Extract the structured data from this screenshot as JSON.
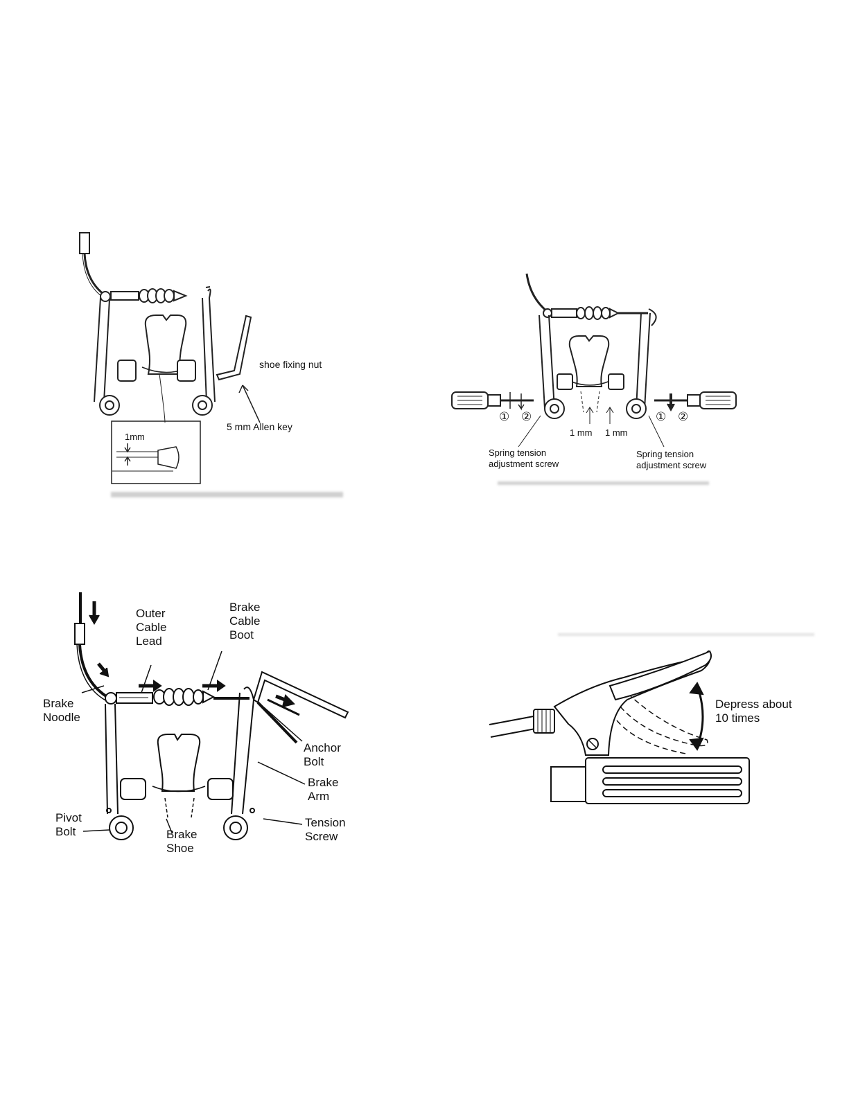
{
  "panel1": {
    "shoe_fixing_nut": "shoe fixing nut",
    "allen_key": "5 mm Allen key",
    "inset_gap": "1mm"
  },
  "panel2": {
    "step_1": "①",
    "step_2": "②",
    "gap_left": "1 mm",
    "gap_right": "1 mm",
    "spring_left": "Spring tension\nadjustment screw",
    "spring_right": "Spring tension\nadjustment screw"
  },
  "panel3": {
    "outer_cable_lead": "Outer\nCable\nLead",
    "brake_cable_boot": "Brake\nCable\nBoot",
    "brake_noodle": "Brake\nNoodle",
    "anchor_bolt": "Anchor\nBolt",
    "brake_arm": "Brake\nArm",
    "pivot_bolt": "Pivot\nBolt",
    "brake_shoe": "Brake\nShoe",
    "tension_screw": "Tension\nScrew"
  },
  "panel4": {
    "depress": "Depress about\n10 times"
  }
}
